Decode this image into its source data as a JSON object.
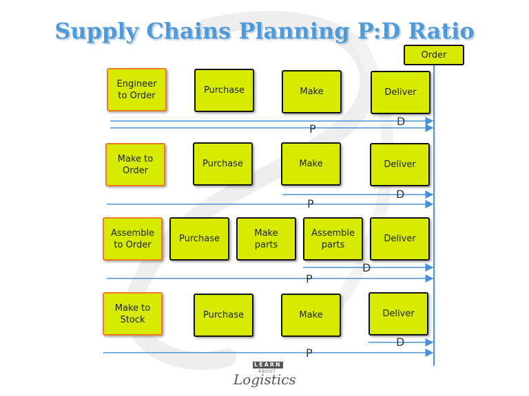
{
  "title": "Supply Chains Planning P:D Ratio",
  "order_label": "Order",
  "rows": [
    {
      "type": "Engineer\nto Order",
      "steps": [
        "Purchase",
        "Make",
        "Deliver"
      ],
      "p_label": "P",
      "d_label": "D"
    },
    {
      "type": "Make to\nOrder",
      "steps": [
        "Purchase",
        "Make",
        "Deliver"
      ],
      "p_label": "P",
      "d_label": "D"
    },
    {
      "type": "Assemble\nto Order",
      "steps": [
        "Purchase",
        "Make\nparts",
        "Assemble\nparts",
        "Deliver"
      ],
      "p_label": "P",
      "d_label": "D"
    },
    {
      "type": "Make to\nStock",
      "steps": [
        "Purchase",
        "Make",
        "Deliver"
      ],
      "p_label": "P",
      "d_label": "D"
    }
  ],
  "logo": {
    "top": "LEARN",
    "mid": "ABOUT",
    "word": "Logistics"
  },
  "colors": {
    "title": "#4f9ad9",
    "box_fill": "#d7eb00",
    "type_border": "#f07b1c",
    "arrow": "#4a90d9"
  }
}
